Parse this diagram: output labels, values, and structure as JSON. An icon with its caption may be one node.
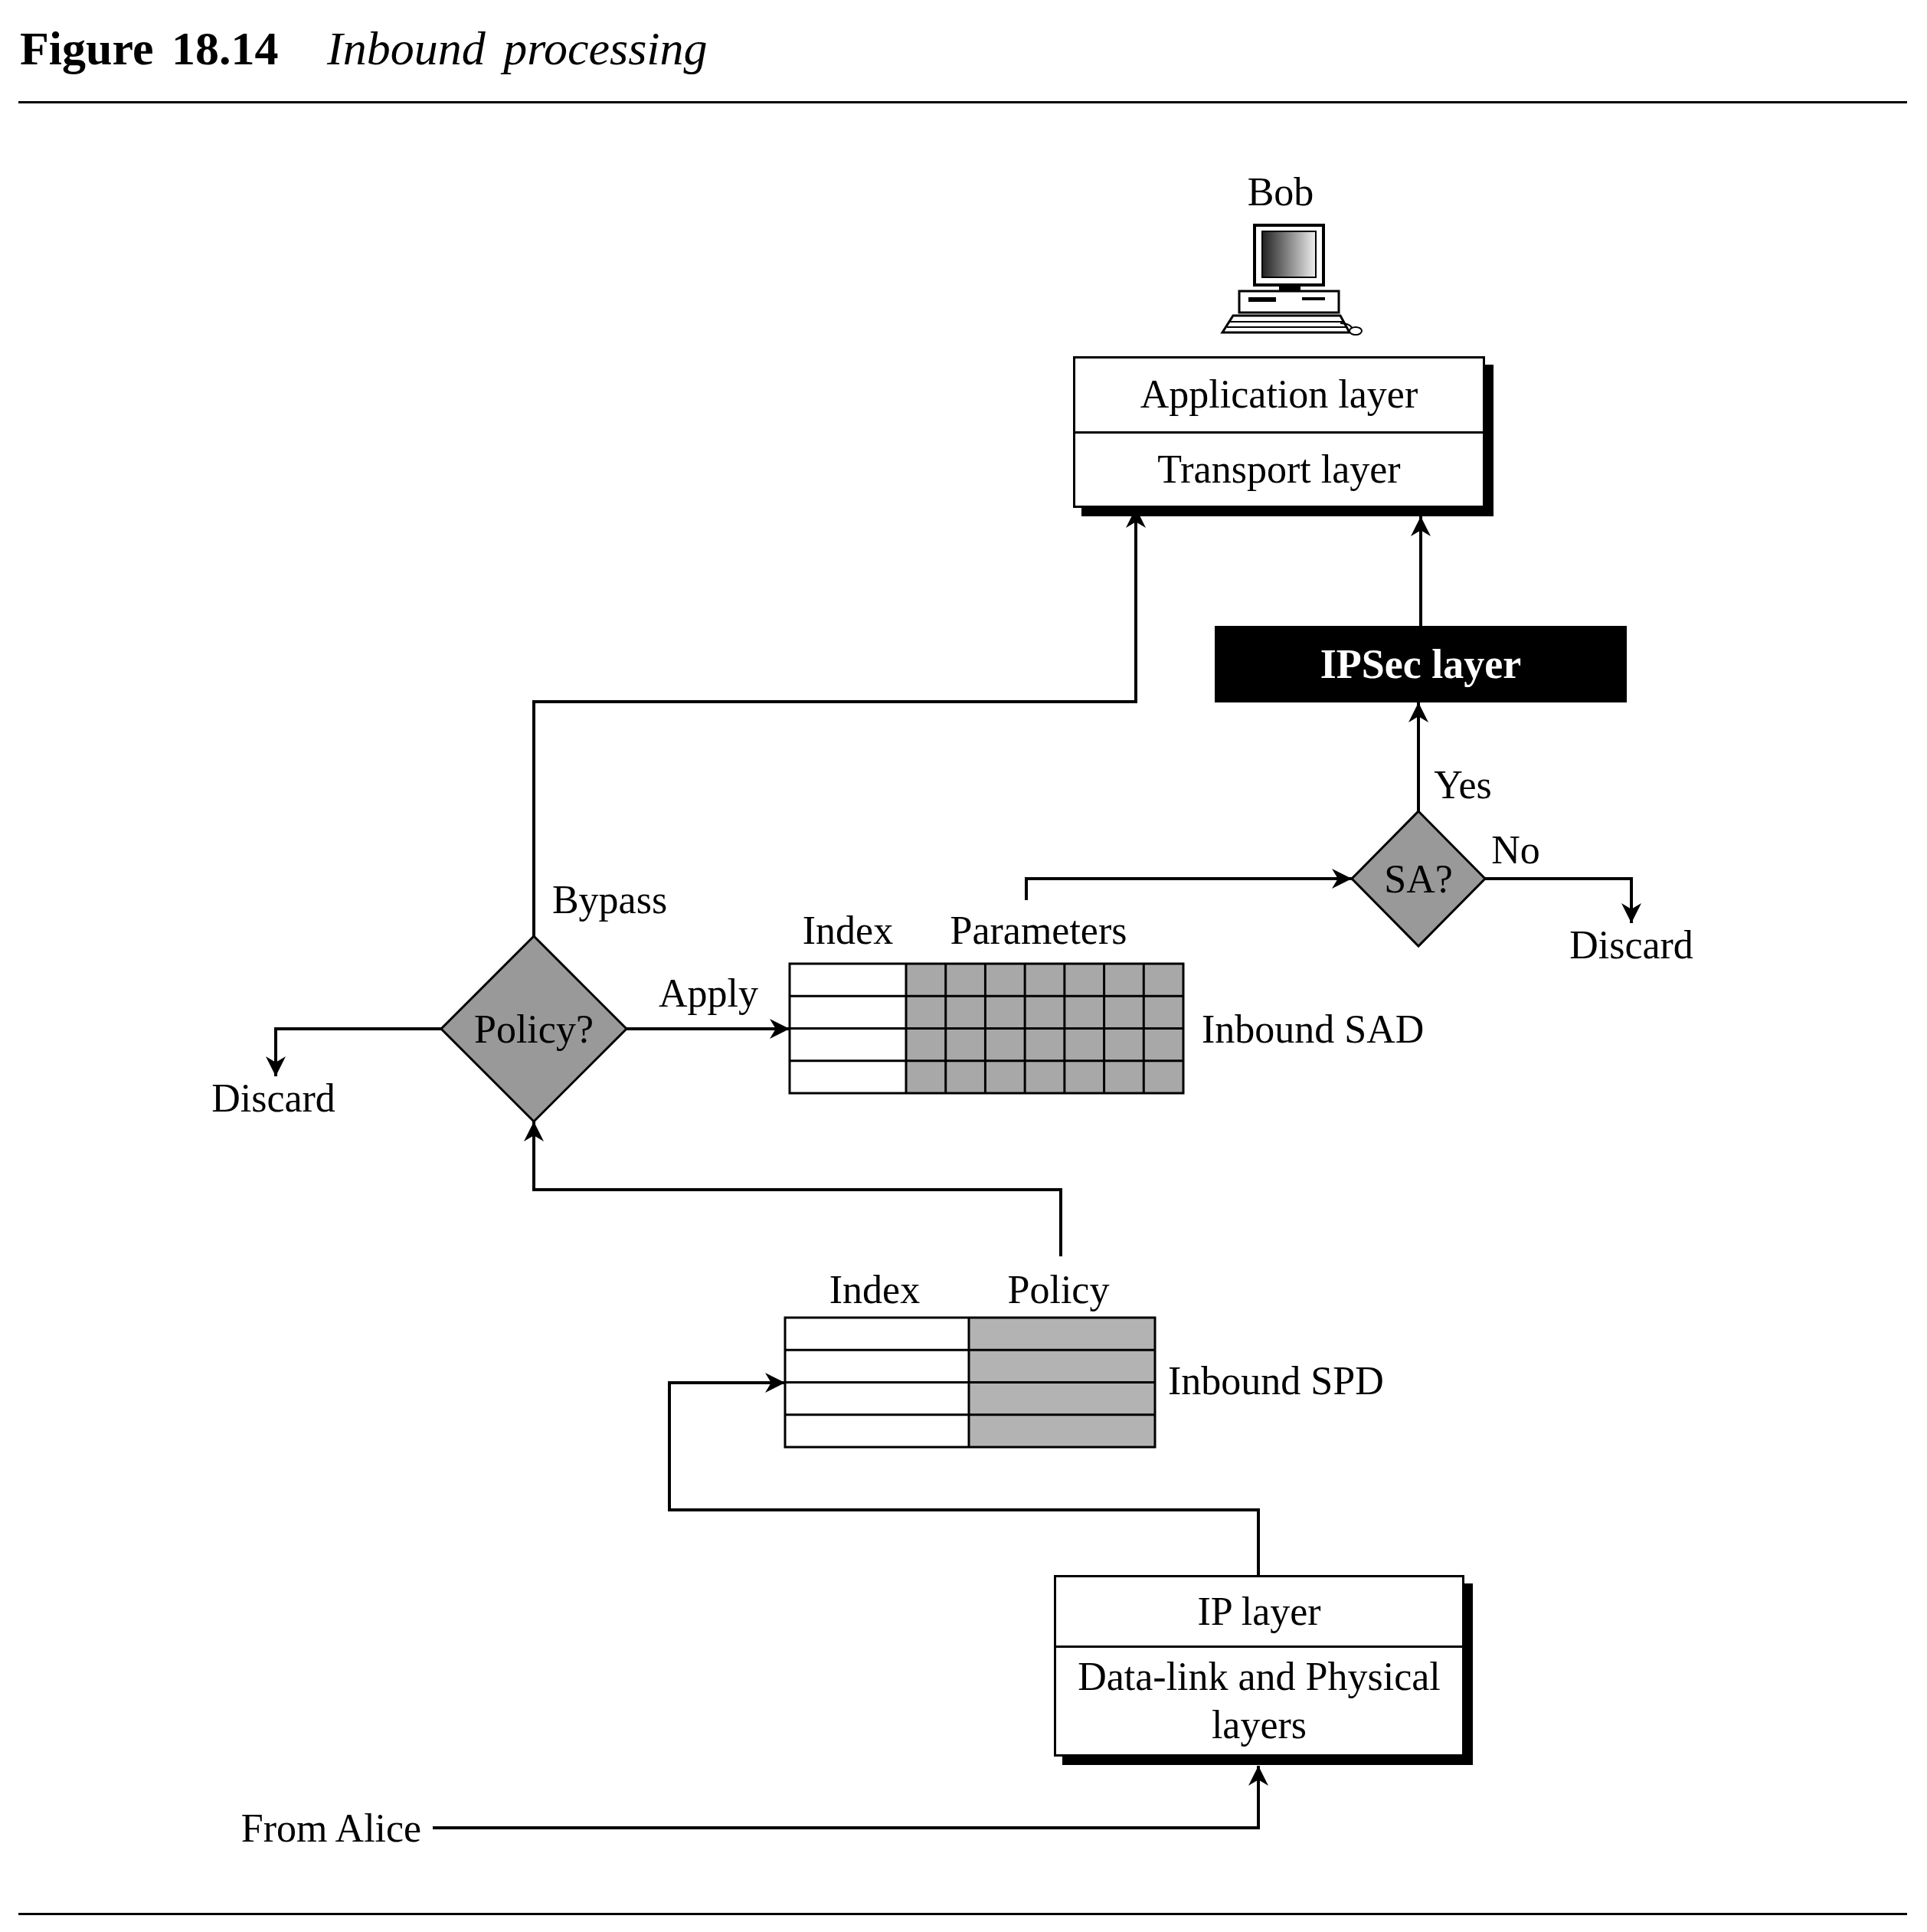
{
  "diagram": {
    "title": "**Figure 18.14** *Inbound processing*",
    "nodes": [
      {
        "text": [
          "Application layer",
          "Transport layer"
        ]
      },
      {
        "text": [
          "IPSec layer"
        ]
      },
      {
        "text": [
          "SA?"
        ]
      },
      {
        "text": [
          "Discard"
        ]
      },
      {
        "text": [
          "Policy?"
        ]
      },
      {
        "text": [
          "Discard"
        ]
      },
      {
        "text": [
          "Index",
          "Parameters"
        ],
        "beside": [
          "Inbound SAD"
        ]
      },
      {
        "text": [
          "Index",
          "Policy"
        ],
        "beside": [
          "Inbound SPD"
        ]
      },
      {
        "text": [
          "IP layer",
          "Data-link and Physical layers"
        ]
      },
      {
        "text": [
          "From Alice"
        ]
      }
    ],
    "edges": [
      {
        "from": 9,
        "to": 8,
        "arrow": "to"
      },
      {
        "from": 8,
        "to": 7,
        "arrow": "to"
      },
      {
        "from": 7,
        "to": 4,
        "arrow": "to"
      },
      {
        "from": 4,
        "to": 6,
        "arrow": "to",
        "label": "Apply"
      },
      {
        "from": 4,
        "to": 5,
        "arrow": "to"
      },
      {
        "from": 4,
        "to": 0,
        "arrow": "to",
        "label": "Bypass"
      },
      {
        "from": 6,
        "to": 2,
        "arrow": "to"
      },
      {
        "from": 2,
        "to": 1,
        "arrow": "to",
        "label": "Yes"
      },
      {
        "from": 2,
        "to": 3,
        "arrow": "to",
        "label": "No"
      },
      {
        "from": 1,
        "to": 0,
        "arrow": "to"
      }
    ],
    "labels": [
      "Bob"
    ]
  }
}
